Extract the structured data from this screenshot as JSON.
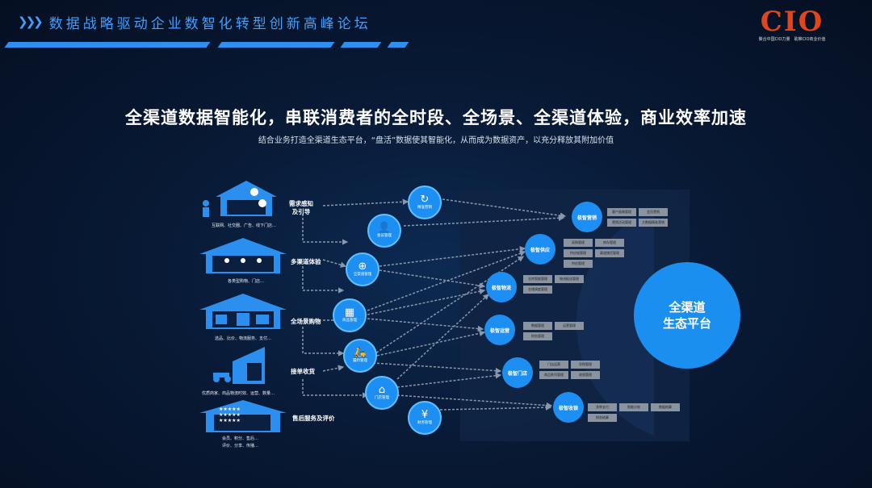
{
  "banner": {
    "title": "数据战略驱动企业数智化转型创新高峰论坛",
    "logo_text": "CIO",
    "logo_tagline": "聚合中国CIO力量　助推CIO商业价值"
  },
  "headline": "全渠道数据智能化，串联消费者的全时段、全场景、全渠道体验，商业效率加速",
  "subline": "结合业务打造全渠道生态平台，“盘活”数据使其智能化，从而成为数据资产，以充分释放其附加价值",
  "houses": [
    {
      "caption": "互联网、社交圈、广告、线下门店…"
    },
    {
      "caption": "各类型购物、门店…"
    },
    {
      "caption": "选品、比价、物流服务、支付…"
    },
    {
      "caption": "优质商家、商品物流时效、运营、数量…"
    },
    {
      "caption": "会员、积分、售后…",
      "caption2": "评价、分享、传播…",
      "stars": "★★★★★"
    }
  ],
  "stages": [
    "需求感知\n及引导",
    "多渠道体验",
    "全场景购物",
    "接单收货",
    "售后服务及评价"
  ],
  "nodes": [
    {
      "label": "精准营销",
      "icon": "↻"
    },
    {
      "label": "会员管理",
      "icon": "👤"
    },
    {
      "label": "全渠道管理",
      "icon": "⊕"
    },
    {
      "label": "商品管理",
      "icon": "▦"
    },
    {
      "label": "履约管理",
      "icon": "🛵"
    },
    {
      "label": "门店管理",
      "icon": "⌂"
    },
    {
      "label": "财务管理",
      "icon": "¥"
    }
  ],
  "targets": [
    {
      "label": "极智营销",
      "tags": [
        "客户画像管理",
        "会员营销",
        "营销活动管理",
        "大数据精准营销"
      ]
    },
    {
      "label": "极智供应",
      "tags": [
        "采购管理",
        "库存管理",
        "供应链管理",
        "渠道铺货管理",
        "供应管理"
      ]
    },
    {
      "label": "极智物流",
      "tags": [
        "仓库智能管理",
        "物流配送管理",
        "仓储调度管理"
      ]
    },
    {
      "label": "极智运营",
      "tags": [
        "数据管理",
        "运营管理",
        "财务管理"
      ]
    },
    {
      "label": "极智门店",
      "tags": [
        "门店运营",
        "导购管理",
        "商品陈列管理",
        "收银管理"
      ]
    },
    {
      "label": "极智收银",
      "tags": [
        "多种支付",
        "智能分账",
        "数据结算",
        "财务结算"
      ]
    }
  ],
  "ecosystem_label": "全渠道\n生态平台",
  "colors": {
    "accent": "#1e8ff2",
    "bg": "#081a36",
    "logo": "#e0461c"
  }
}
